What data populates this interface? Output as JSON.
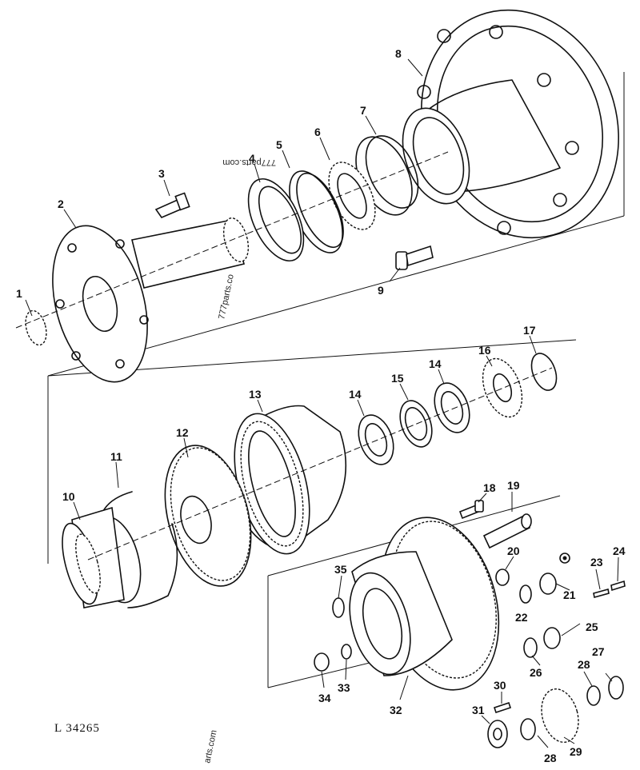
{
  "diagram": {
    "reference": "L 34265",
    "watermark_upper": "777parts.com",
    "watermark_middle": "777parts.co",
    "watermark_lower": "arts.com"
  },
  "part_numbers": [
    "1",
    "2",
    "3",
    "4",
    "5",
    "6",
    "7",
    "8",
    "9",
    "10",
    "11",
    "12",
    "13",
    "14",
    "14",
    "15",
    "16",
    "17",
    "18",
    "19",
    "20",
    "21",
    "22",
    "23",
    "24",
    "25",
    "26",
    "27",
    "28",
    "28",
    "29",
    "30",
    "31",
    "32",
    "33",
    "34",
    "35"
  ],
  "colors": {
    "ink": "#111111",
    "paper": "#ffffff"
  }
}
